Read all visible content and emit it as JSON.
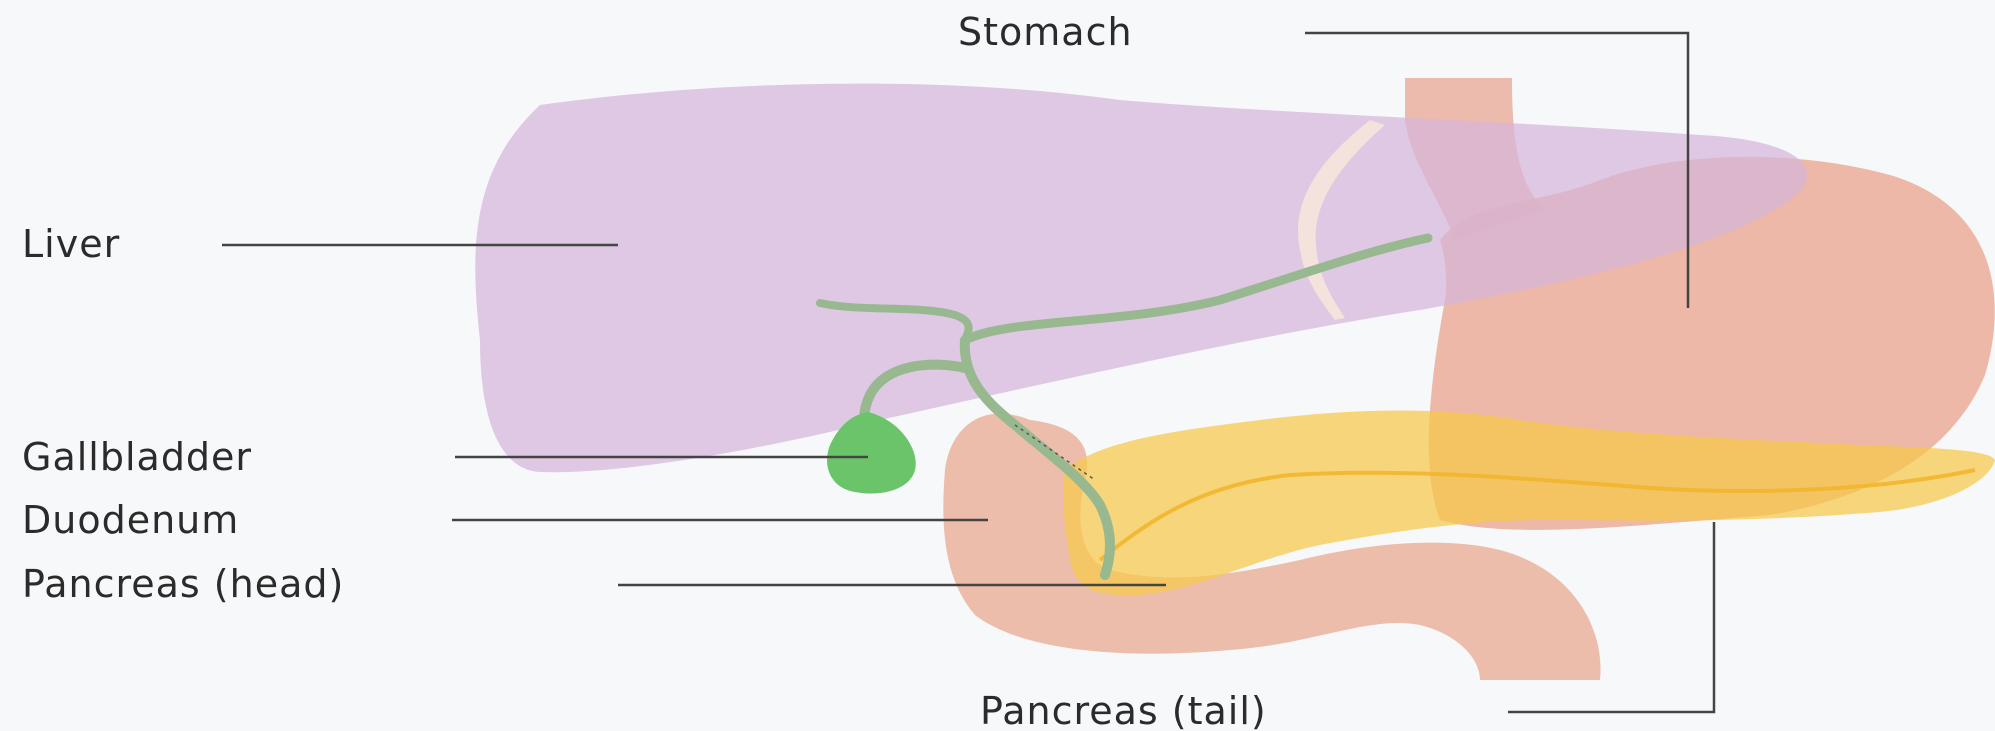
{
  "labels": {
    "stomach": "Stomach",
    "liver": "Liver",
    "gallbladder": "Gallbladder",
    "duodenum": "Duodenum",
    "pancreas_head": "Pancreas (head)",
    "pancreas_tail": "Pancreas (tail)"
  },
  "colors": {
    "background": "#f7f8fa",
    "liver": "#d9bedc",
    "stomach": "#eab0a0",
    "duodenum": "#ebb7a4",
    "pancreas": "#f7c94a",
    "gallbladder": "#6cc46a",
    "bile_duct": "#98b890",
    "leader_lines": "#444444",
    "text": "#2b2b2b"
  }
}
